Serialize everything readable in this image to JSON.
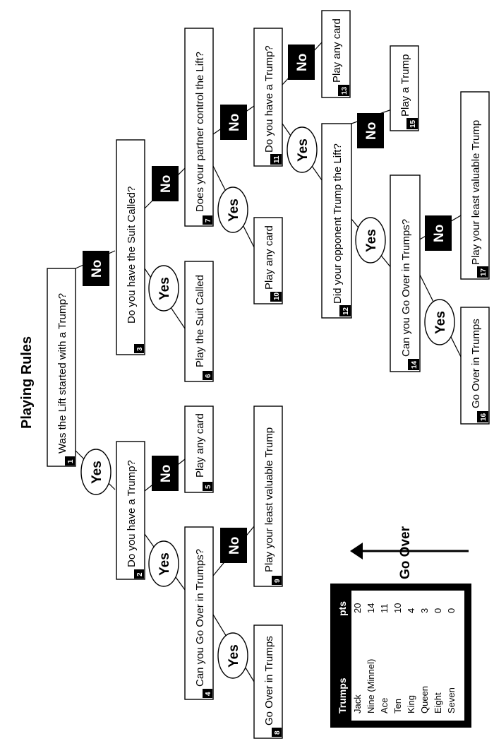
{
  "title": "Playing Rules",
  "nodes": [
    {
      "id": "1",
      "text": "Was the Lift started with a Trump?"
    },
    {
      "id": "2",
      "text": "Do you have a Trump?"
    },
    {
      "id": "3",
      "text": "Do you have the Suit Called?"
    },
    {
      "id": "4",
      "text": "Can you Go Over in Trumps?"
    },
    {
      "id": "5",
      "text": "Play any card"
    },
    {
      "id": "6",
      "text": "Play the Suit Called"
    },
    {
      "id": "7",
      "text": "Does your partner control the Lift?"
    },
    {
      "id": "8",
      "text": "Go Over in Trumps"
    },
    {
      "id": "9",
      "text": "Play your least valuable Trump"
    },
    {
      "id": "10",
      "text": "Play any card"
    },
    {
      "id": "11",
      "text": "Do you have a Trump?"
    },
    {
      "id": "12",
      "text": "Did your opponent Trump the Lift?"
    },
    {
      "id": "13",
      "text": "Play any card"
    },
    {
      "id": "14",
      "text": "Can you Go Over in Trumps?"
    },
    {
      "id": "15",
      "text": "Play a Trump"
    },
    {
      "id": "16",
      "text": "Go Over in Trumps"
    },
    {
      "id": "17",
      "text": "Play your least valuable Trump"
    }
  ],
  "labels": {
    "yes": "Yes",
    "no": "No"
  },
  "legend": {
    "header_name": "Trumps",
    "header_pts": "pts",
    "rows": [
      {
        "name": "Jack",
        "pts": "20"
      },
      {
        "name": "Nine (Minnel)",
        "pts": "14"
      },
      {
        "name": "Ace",
        "pts": "11"
      },
      {
        "name": "Ten",
        "pts": "10"
      },
      {
        "name": "King",
        "pts": "4"
      },
      {
        "name": "Queen",
        "pts": "3"
      },
      {
        "name": "Eight",
        "pts": "0"
      },
      {
        "name": "Seven",
        "pts": "0"
      }
    ]
  },
  "go_over_label": "Go Over"
}
